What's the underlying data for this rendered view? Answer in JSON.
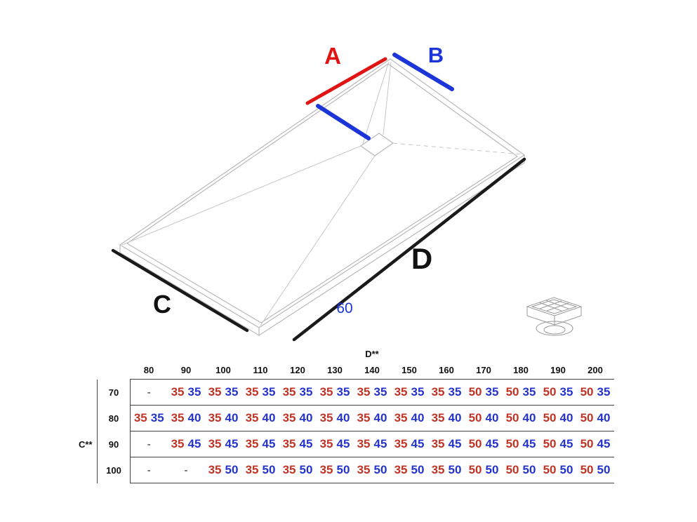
{
  "diagram": {
    "labels": {
      "a": "A",
      "b": "B",
      "c": "C",
      "d": "D",
      "depth": "60"
    }
  },
  "colors": {
    "red": "#e11414",
    "blue": "#1b35d8",
    "table_red": "#c03325",
    "table_blue": "#2433cc"
  },
  "table": {
    "col_axis": "D**",
    "row_axis": "C**",
    "columns": [
      "80",
      "90",
      "100",
      "110",
      "120",
      "130",
      "140",
      "150",
      "160",
      "170",
      "180",
      "190",
      "200"
    ],
    "rows": [
      {
        "label": "70",
        "cells": [
          "-",
          [
            "35",
            "35"
          ],
          [
            "35",
            "35"
          ],
          [
            "35",
            "35"
          ],
          [
            "35",
            "35"
          ],
          [
            "35",
            "35"
          ],
          [
            "35",
            "35"
          ],
          [
            "35",
            "35"
          ],
          [
            "35",
            "35"
          ],
          [
            "50",
            "35"
          ],
          [
            "50",
            "35"
          ],
          [
            "50",
            "35"
          ],
          [
            "50",
            "35"
          ]
        ]
      },
      {
        "label": "80",
        "cells": [
          [
            "35",
            "35"
          ],
          [
            "35",
            "40"
          ],
          [
            "35",
            "40"
          ],
          [
            "35",
            "40"
          ],
          [
            "35",
            "40"
          ],
          [
            "35",
            "40"
          ],
          [
            "35",
            "40"
          ],
          [
            "35",
            "40"
          ],
          [
            "35",
            "40"
          ],
          [
            "50",
            "40"
          ],
          [
            "50",
            "40"
          ],
          [
            "50",
            "40"
          ],
          [
            "50",
            "40"
          ]
        ]
      },
      {
        "label": "90",
        "cells": [
          "-",
          [
            "35",
            "45"
          ],
          [
            "35",
            "45"
          ],
          [
            "35",
            "45"
          ],
          [
            "35",
            "45"
          ],
          [
            "35",
            "45"
          ],
          [
            "35",
            "45"
          ],
          [
            "35",
            "45"
          ],
          [
            "35",
            "45"
          ],
          [
            "50",
            "45"
          ],
          [
            "50",
            "45"
          ],
          [
            "50",
            "45"
          ],
          [
            "50",
            "45"
          ]
        ]
      },
      {
        "label": "100",
        "cells": [
          "-",
          "-",
          [
            "35",
            "50"
          ],
          [
            "35",
            "50"
          ],
          [
            "35",
            "50"
          ],
          [
            "35",
            "50"
          ],
          [
            "35",
            "50"
          ],
          [
            "35",
            "50"
          ],
          [
            "35",
            "50"
          ],
          [
            "50",
            "50"
          ],
          [
            "50",
            "50"
          ],
          [
            "50",
            "50"
          ],
          [
            "50",
            "50"
          ]
        ]
      }
    ]
  }
}
